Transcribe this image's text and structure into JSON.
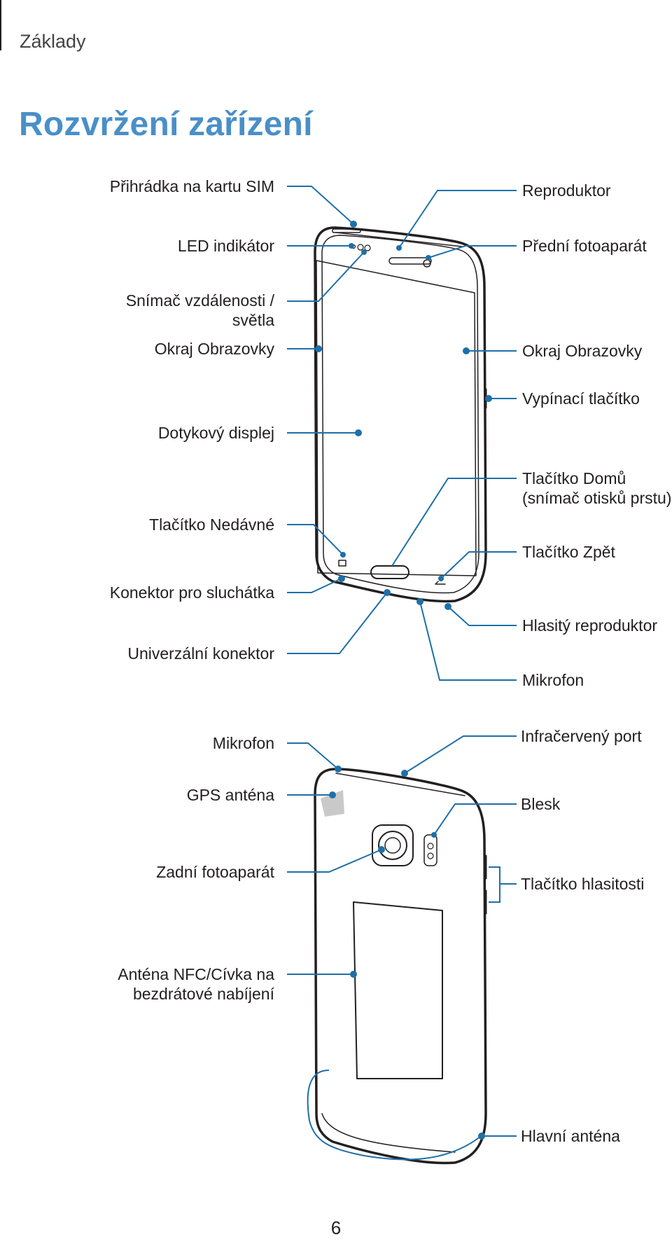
{
  "header": {
    "section": "Základy"
  },
  "title": "Rozvržení zařízení",
  "page_number": "6",
  "colors": {
    "accent": "#4a8fc8",
    "callout": "#1f6fa8",
    "device_outline": "#231f20"
  },
  "front": {
    "left_labels": {
      "sim_tray": "Přihrádka na kartu SIM",
      "led": "LED indikátor",
      "proximity_1": "Snímač vzdálenosti /",
      "proximity_2": "světla",
      "edge_left": "Okraj Obrazovky",
      "touchscreen": "Dotykový displej",
      "recent": "Tlačítko Nedávné",
      "headset": "Konektor pro sluchátka",
      "usb": "Univerzální konektor"
    },
    "right_labels": {
      "earpiece": "Reproduktor",
      "front_camera": "Přední fotoaparát",
      "edge_right": "Okraj Obrazovky",
      "power": "Vypínací tlačítko",
      "home_1": "Tlačítko Domů",
      "home_2": "(snímač otisků prstu)",
      "back": "Tlačítko Zpět",
      "speaker": "Hlasitý reproduktor",
      "mic": "Mikrofon"
    }
  },
  "rear": {
    "left_labels": {
      "mic": "Mikrofon",
      "gps": "GPS anténa",
      "rear_camera": "Zadní fotoaparát",
      "nfc_1": "Anténa NFC/Cívka na",
      "nfc_2": "bezdrátové nabíjení"
    },
    "right_labels": {
      "ir": "Infračervený port",
      "flash": "Blesk",
      "volume": "Tlačítko hlasitosti",
      "main_antenna": "Hlavní anténa"
    }
  }
}
